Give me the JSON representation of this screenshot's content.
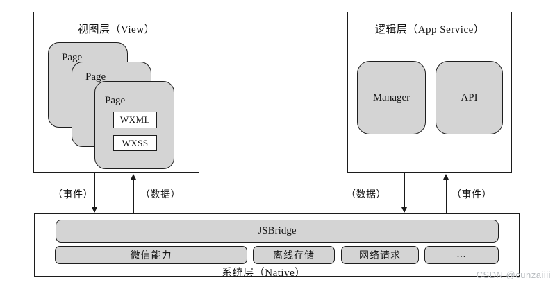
{
  "view_layer": {
    "title": "视图层（View）",
    "page_labels": [
      "Page",
      "Page",
      "Page"
    ],
    "wxml_label": "WXML",
    "wxss_label": "WXSS"
  },
  "logic_layer": {
    "title": "逻辑层（App Service）",
    "manager_label": "Manager",
    "api_label": "API"
  },
  "native_layer": {
    "title": "系统层（Native）",
    "jsbridge_label": "JSBridge",
    "capabilities": [
      "微信能力",
      "离线存储",
      "网络请求",
      "..."
    ]
  },
  "connections": {
    "left_event_label": "（事件）",
    "left_data_label": "（数据）",
    "right_data_label": "（数据）",
    "right_event_label": "（事件）"
  },
  "colors": {
    "box_fill": "#d4d4d4",
    "border": "#1c1c1c"
  },
  "watermark": "CSDN @cunzaiiii"
}
